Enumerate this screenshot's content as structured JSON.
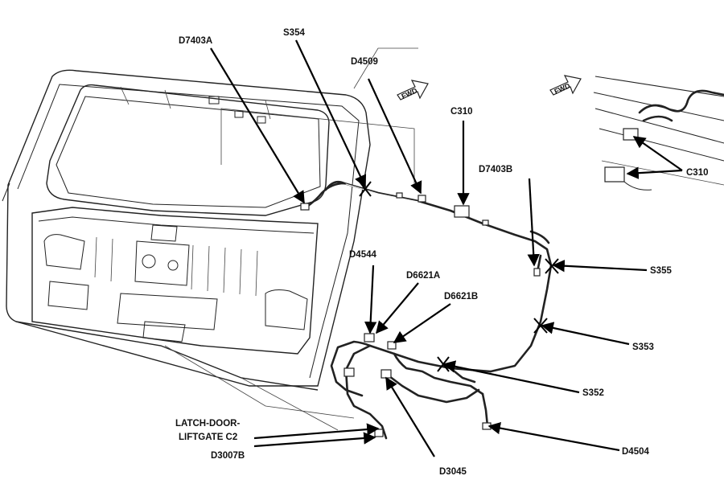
{
  "labels": {
    "d7403a": "D7403A",
    "s354": "S354",
    "d4509": "D4509",
    "c310_main": "C310",
    "d7403b": "D7403B",
    "c310_detail": "C310",
    "s355": "S355",
    "d4544": "D4544",
    "d6621a": "D6621A",
    "d6621b": "D6621B",
    "s353": "S353",
    "s352": "S352",
    "latch_line1": "LATCH-DOOR-",
    "latch_line2": "LIFTGATE C2",
    "d3007b": "D3007B",
    "d3045": "D3045",
    "d4504": "D4504",
    "fwd_main": "FWD",
    "fwd_detail": "FWD"
  }
}
